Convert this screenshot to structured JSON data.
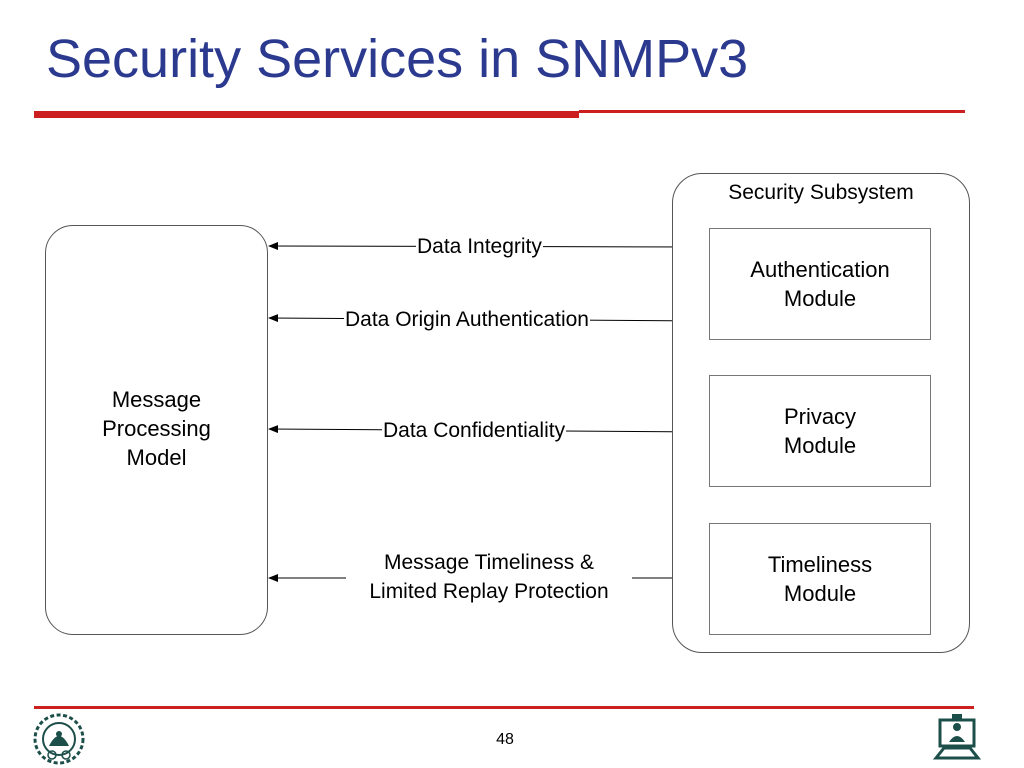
{
  "slide": {
    "title": "Security Services in SNMPv3",
    "page_number": "48",
    "accent_color": "#cc1f1f",
    "title_color": "#2b3a8f"
  },
  "diagram": {
    "left_box": {
      "lines": [
        "Message",
        "Processing",
        "Model"
      ]
    },
    "subsystem": {
      "label": "Security Subsystem",
      "modules": [
        {
          "lines": [
            "Authentication",
            "Module"
          ]
        },
        {
          "lines": [
            "Privacy",
            "Module"
          ]
        },
        {
          "lines": [
            "Timeliness",
            "Module"
          ]
        }
      ]
    },
    "connections": [
      {
        "label_lines": [
          "Data Integrity"
        ]
      },
      {
        "label_lines": [
          "Data Origin Authentication"
        ]
      },
      {
        "label_lines": [
          "Data Confidentiality"
        ]
      },
      {
        "label_lines": [
          "Message Timeliness &",
          "Limited Replay Protection"
        ]
      }
    ]
  },
  "icons": {
    "left_logo": "university-emblem-icon",
    "right_logo": "computer-user-icon"
  }
}
